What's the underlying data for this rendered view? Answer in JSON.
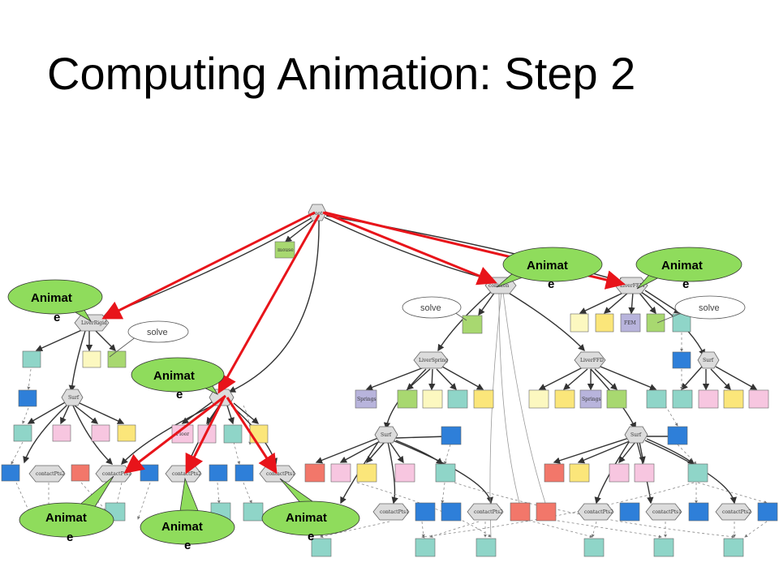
{
  "slide": {
    "title": "Computing Animation: Step 2"
  },
  "graph": {
    "root_label": "root",
    "mouse_label": "mouse",
    "liver_rigid_label": "LiverRigid",
    "collision_label": "collision",
    "liver_fem_label": "LiverFEM",
    "liver_spring_label": "LiverSpring",
    "liver_ffd_label": "LiverFFD",
    "surf_label": "Surf",
    "floor_label": "Floor",
    "springs_label": "Springs",
    "fem_label": "FEM",
    "contact_pts1_label": "contactPts1",
    "contact_pts2_label": "contactPts2"
  },
  "callouts": {
    "animate_line1": "Animat",
    "animate_line2": "e",
    "solve": "solve"
  },
  "colors": {
    "arrow": "#e8141a",
    "callout_fill": "#8fdc5c",
    "teal": "#8fd5c8",
    "blue": "#2e7fd9",
    "pink": "#f7c6e0",
    "yellow": "#fbe67a",
    "pale_yellow": "#fcf8c0",
    "salmon": "#f2776a",
    "lavender": "#b8b4dc",
    "green": "#a8d870",
    "hex": "#dcdcdc"
  }
}
